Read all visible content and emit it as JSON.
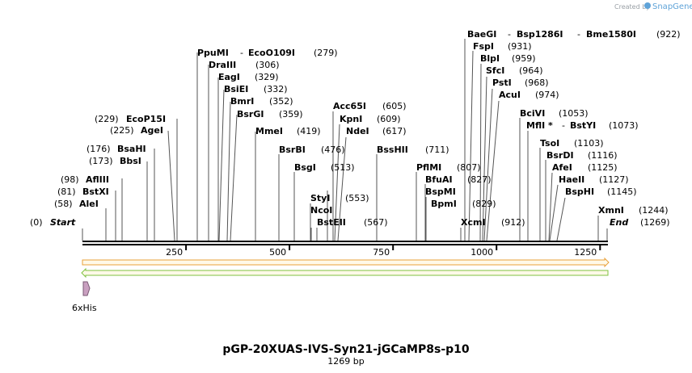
{
  "header": {
    "created_by": "Created by",
    "brand": "SnapGene"
  },
  "plasmid": {
    "name": "pGP-20XUAS-IVS-Syn21-jGCaMP8s-p10",
    "length_label": "1269 bp",
    "length_bp": 1269
  },
  "axis": {
    "ticks": [
      250,
      500,
      750,
      1000,
      1250
    ],
    "tick_labels": [
      "250",
      "500",
      "750",
      "1000",
      "1250"
    ]
  },
  "ends": {
    "start_label": "Start",
    "start_pos": "(0)",
    "end_label": "End",
    "end_pos": "(1269)"
  },
  "sites": [
    {
      "name": "AleI",
      "pos": "(58)"
    },
    {
      "name": "BstXI",
      "pos": "(81)"
    },
    {
      "name": "AflIII",
      "pos": "(98)"
    },
    {
      "name": "BbsI",
      "pos": "(173)"
    },
    {
      "name": "BsaHI",
      "pos": "(176)"
    },
    {
      "name": "AgeI",
      "pos": "(225)"
    },
    {
      "name": "EcoP15I",
      "pos": "(229)"
    },
    {
      "name": "PpuMI",
      "pos": "",
      "joiner": "-"
    },
    {
      "name": "EcoO109I",
      "pos": "(279)"
    },
    {
      "name": "DraIII",
      "pos": "(306)"
    },
    {
      "name": "EagI",
      "pos": "(329)"
    },
    {
      "name": "BsiEI",
      "pos": "(332)"
    },
    {
      "name": "BmrI",
      "pos": "(352)"
    },
    {
      "name": "BsrGI",
      "pos": "(359)"
    },
    {
      "name": "MmeI",
      "pos": "(419)"
    },
    {
      "name": "BsrBI",
      "pos": "(476)"
    },
    {
      "name": "BsgI",
      "pos": "(513)"
    },
    {
      "name": "StyI",
      "pos": "(553)"
    },
    {
      "name": "NcoI",
      "pos": ""
    },
    {
      "name": "BstEII",
      "pos": "(567)"
    },
    {
      "name": "Acc65I",
      "pos": "(605)"
    },
    {
      "name": "KpnI",
      "pos": "(609)"
    },
    {
      "name": "NdeI",
      "pos": "(617)"
    },
    {
      "name": "BssHII",
      "pos": "(711)"
    },
    {
      "name": "PflMI",
      "pos": "(807)"
    },
    {
      "name": "BfuAI",
      "pos": "(827)"
    },
    {
      "name": "BspMI",
      "pos": ""
    },
    {
      "name": "BpmI",
      "pos": "(829)"
    },
    {
      "name": "XcmI",
      "pos": "(912)"
    },
    {
      "name": "BaeGI",
      "pos": "",
      "joiner": "-"
    },
    {
      "name": "Bsp1286I",
      "pos": "",
      "joiner": "-"
    },
    {
      "name": "Bme1580I",
      "pos": "(922)"
    },
    {
      "name": "FspI",
      "pos": "(931)"
    },
    {
      "name": "BlpI",
      "pos": "(959)"
    },
    {
      "name": "SfcI",
      "pos": "(964)"
    },
    {
      "name": "PstI",
      "pos": "(968)"
    },
    {
      "name": "AcuI",
      "pos": "(974)"
    },
    {
      "name": "BciVI",
      "pos": "(1053)"
    },
    {
      "name": "MflI *",
      "pos": "",
      "joiner": "-"
    },
    {
      "name": "BstYI",
      "pos": "(1073)"
    },
    {
      "name": "TsoI",
      "pos": "(1103)"
    },
    {
      "name": "BsrDI",
      "pos": "(1116)"
    },
    {
      "name": "AfeI",
      "pos": "(1125)"
    },
    {
      "name": "HaeII",
      "pos": "(1127)"
    },
    {
      "name": "BspHI",
      "pos": "(1145)"
    },
    {
      "name": "XmnI",
      "pos": "(1244)"
    }
  ],
  "features": [
    {
      "name": "6xHis",
      "type": "tag",
      "color": "#c9a0c0"
    }
  ],
  "colors": {
    "forward_strand": "#e8a13a",
    "reverse_strand": "#7fc241",
    "strand_fill": "#fff9e8",
    "feature_tag": "#c9a0c0"
  }
}
